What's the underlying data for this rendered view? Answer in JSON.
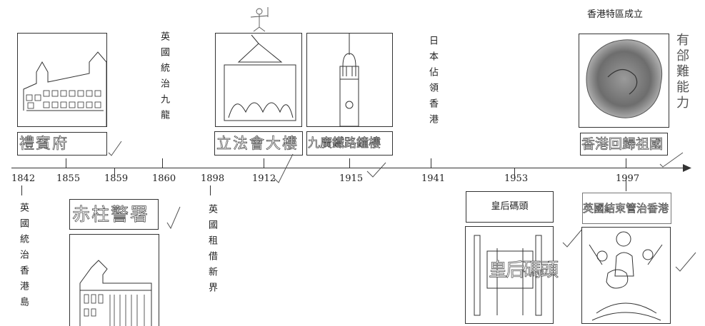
{
  "years": {
    "y1842": "1842",
    "y1855": "1855",
    "y1859": "1859",
    "y1860": "1860",
    "y1898": "1898",
    "y1912": "1912",
    "y1915": "1915",
    "y1941": "1941",
    "y1953": "1953",
    "y1997": "1997"
  },
  "events": {
    "hk_island": "英國統治香港島",
    "kowloon": "英國統治九龍",
    "new_territories": "英國租借新界",
    "japan": "日本佔領香港",
    "sar_established": "香港特區成立",
    "queens_pier": "皇后碼頭"
  },
  "handwritten": {
    "government_house": "禮賓府",
    "police_station": "赤柱警署",
    "legco": "立法會大樓",
    "clock_tower": "九廣鐵路鐘樓",
    "return": "香港回歸祖國",
    "end_rule": "英國結束管治香港",
    "pier_sign": "皇后碼頭",
    "note": "有郃難能力"
  },
  "colors": {
    "ink": "#222222",
    "pencil": "#555555"
  }
}
